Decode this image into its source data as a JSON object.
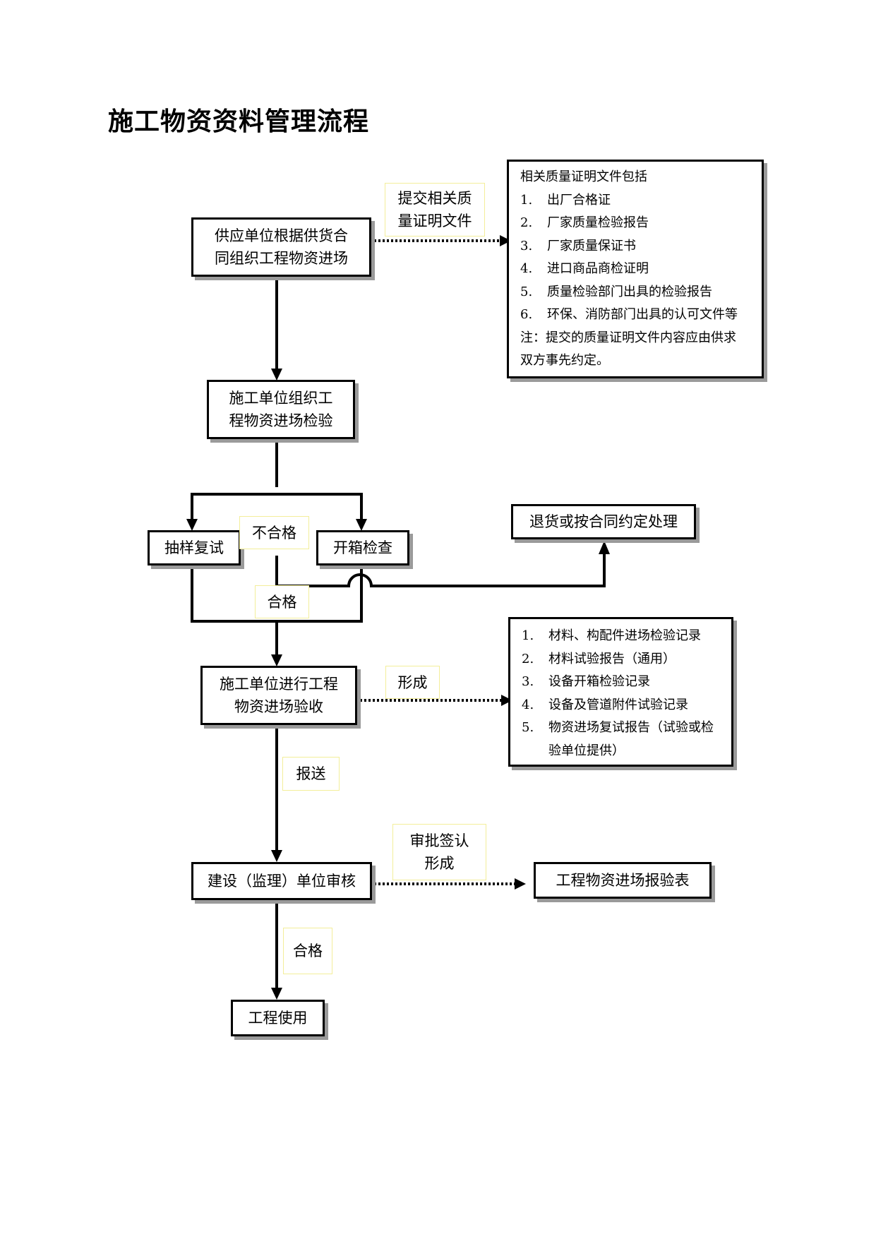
{
  "title": "施工物资资料管理流程",
  "boxes": {
    "supplier": [
      "供应单位根据供货合",
      "同组织工程物资进场"
    ],
    "inspect": [
      "施工单位组织工",
      "程物资进场检验"
    ],
    "sample": "抽样复试",
    "unbox": "开箱检查",
    "return": "退货或按合同约定处理",
    "accept": [
      "施工单位进行工程",
      "物资进场验收"
    ],
    "review": "建设（监理）单位审核",
    "report_form": "工程物资进场报验表",
    "use": "工程使用"
  },
  "labels": {
    "submit": [
      "提交相关质",
      "量证明文件"
    ],
    "unqualified": "不合格",
    "qualified1": "合格",
    "form": "形成",
    "send": "报送",
    "approve": [
      "审批签认",
      "形成"
    ],
    "qualified2": "合格"
  },
  "quality_docs": {
    "heading": "相关质量证明文件包括",
    "items": [
      {
        "num": "1.",
        "text": "出厂合格证"
      },
      {
        "num": "2.",
        "text": "厂家质量检验报告"
      },
      {
        "num": "3.",
        "text": "厂家质量保证书"
      },
      {
        "num": "4.",
        "text": "进口商品商检证明"
      },
      {
        "num": "5.",
        "text": "质量检验部门出具的检验报告"
      },
      {
        "num": "6.",
        "text": "环保、消防部门出具的认可文件等"
      }
    ],
    "note": [
      "注：提交的质量证明文件内容应由供求",
      "双方事先约定。"
    ]
  },
  "records": {
    "items": [
      {
        "num": "1.",
        "text": "材料、构配件进场检验记录"
      },
      {
        "num": "2.",
        "text": "材料试验报告（通用）"
      },
      {
        "num": "3.",
        "text": "设备开箱检验记录"
      },
      {
        "num": "4.",
        "text": "设备及管道附件试验记录"
      },
      {
        "num": "5.",
        "text": "物资进场复试报告（试验或检",
        "cont": "验单位提供）"
      }
    ]
  }
}
